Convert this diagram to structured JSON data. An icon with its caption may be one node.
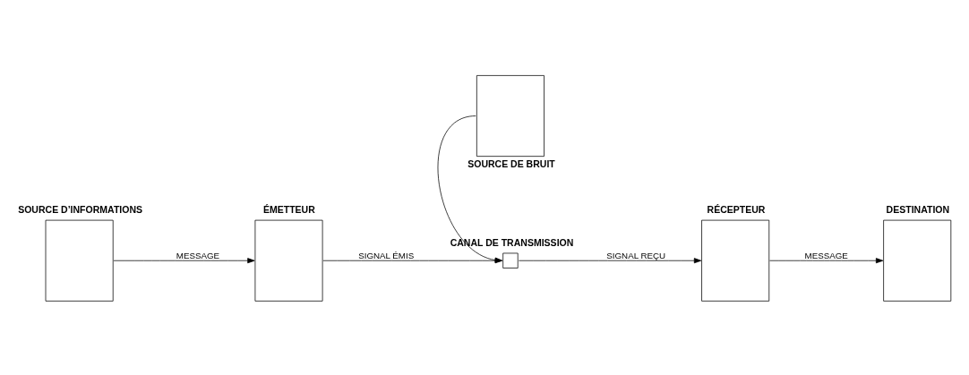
{
  "diagram": {
    "nodes": [
      {
        "text": [
          "SOURCE D’INFORMATIONS"
        ]
      },
      {
        "text": [
          "ÉMETTEUR"
        ]
      },
      {
        "text": [
          "CANAL DE TRANSMISSION"
        ]
      },
      {
        "text": [
          "RÉCEPTEUR"
        ]
      },
      {
        "text": [
          "DESTINATION"
        ]
      },
      {
        "text": [
          "SOURCE DE BRUIT"
        ]
      }
    ],
    "edges": [
      {
        "from": 0,
        "to": 1,
        "arrow": "to",
        "label": "MESSAGE"
      },
      {
        "from": 1,
        "to": 2,
        "arrow": "to",
        "label": "SIGNAL ÉMIS"
      },
      {
        "from": 2,
        "to": 3,
        "arrow": "to",
        "label": "SIGNAL REÇU"
      },
      {
        "from": 3,
        "to": 4,
        "arrow": "to",
        "label": "MESSAGE"
      },
      {
        "from": 5,
        "to": 2,
        "arrow": "to"
      }
    ]
  }
}
